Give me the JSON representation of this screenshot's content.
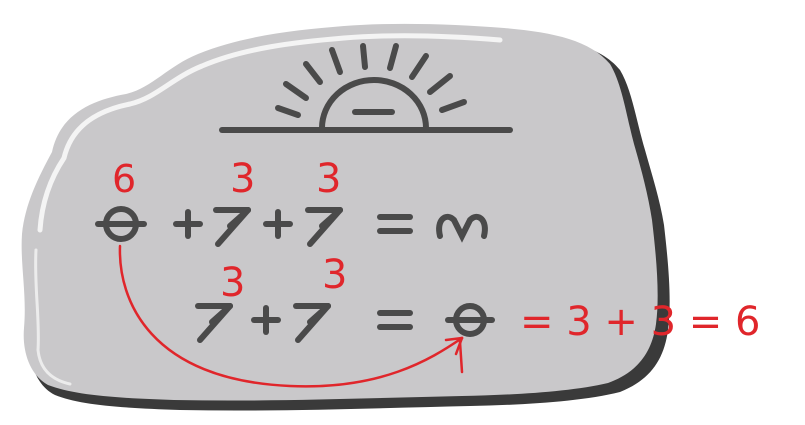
{
  "stone": {
    "fill_color": "#c9c8ca",
    "shadow_color": "#3a3a3a",
    "highlight_color": "#f4f4f4",
    "carving_color": "#4a4a4a"
  },
  "carvings": {
    "top_symbol": "sun-rising-icon",
    "row1": [
      "circle-bar-icon",
      "+",
      "arrow-up-right-icon",
      "+",
      "arrow-up-right-icon",
      "=",
      "aries-icon"
    ],
    "row2": [
      "arrow-up-right-icon",
      "+",
      "arrow-up-right-icon",
      "=",
      "circle-bar-icon"
    ]
  },
  "annotations": {
    "color": "#e0262b",
    "label_circle_row1": "6",
    "label_arrow1_row1": "3",
    "label_arrow2_row1": "3",
    "label_arrow1_row2": "3",
    "label_arrow2_row2": "3",
    "equation_tail": "= 3 + 3 = 6"
  }
}
